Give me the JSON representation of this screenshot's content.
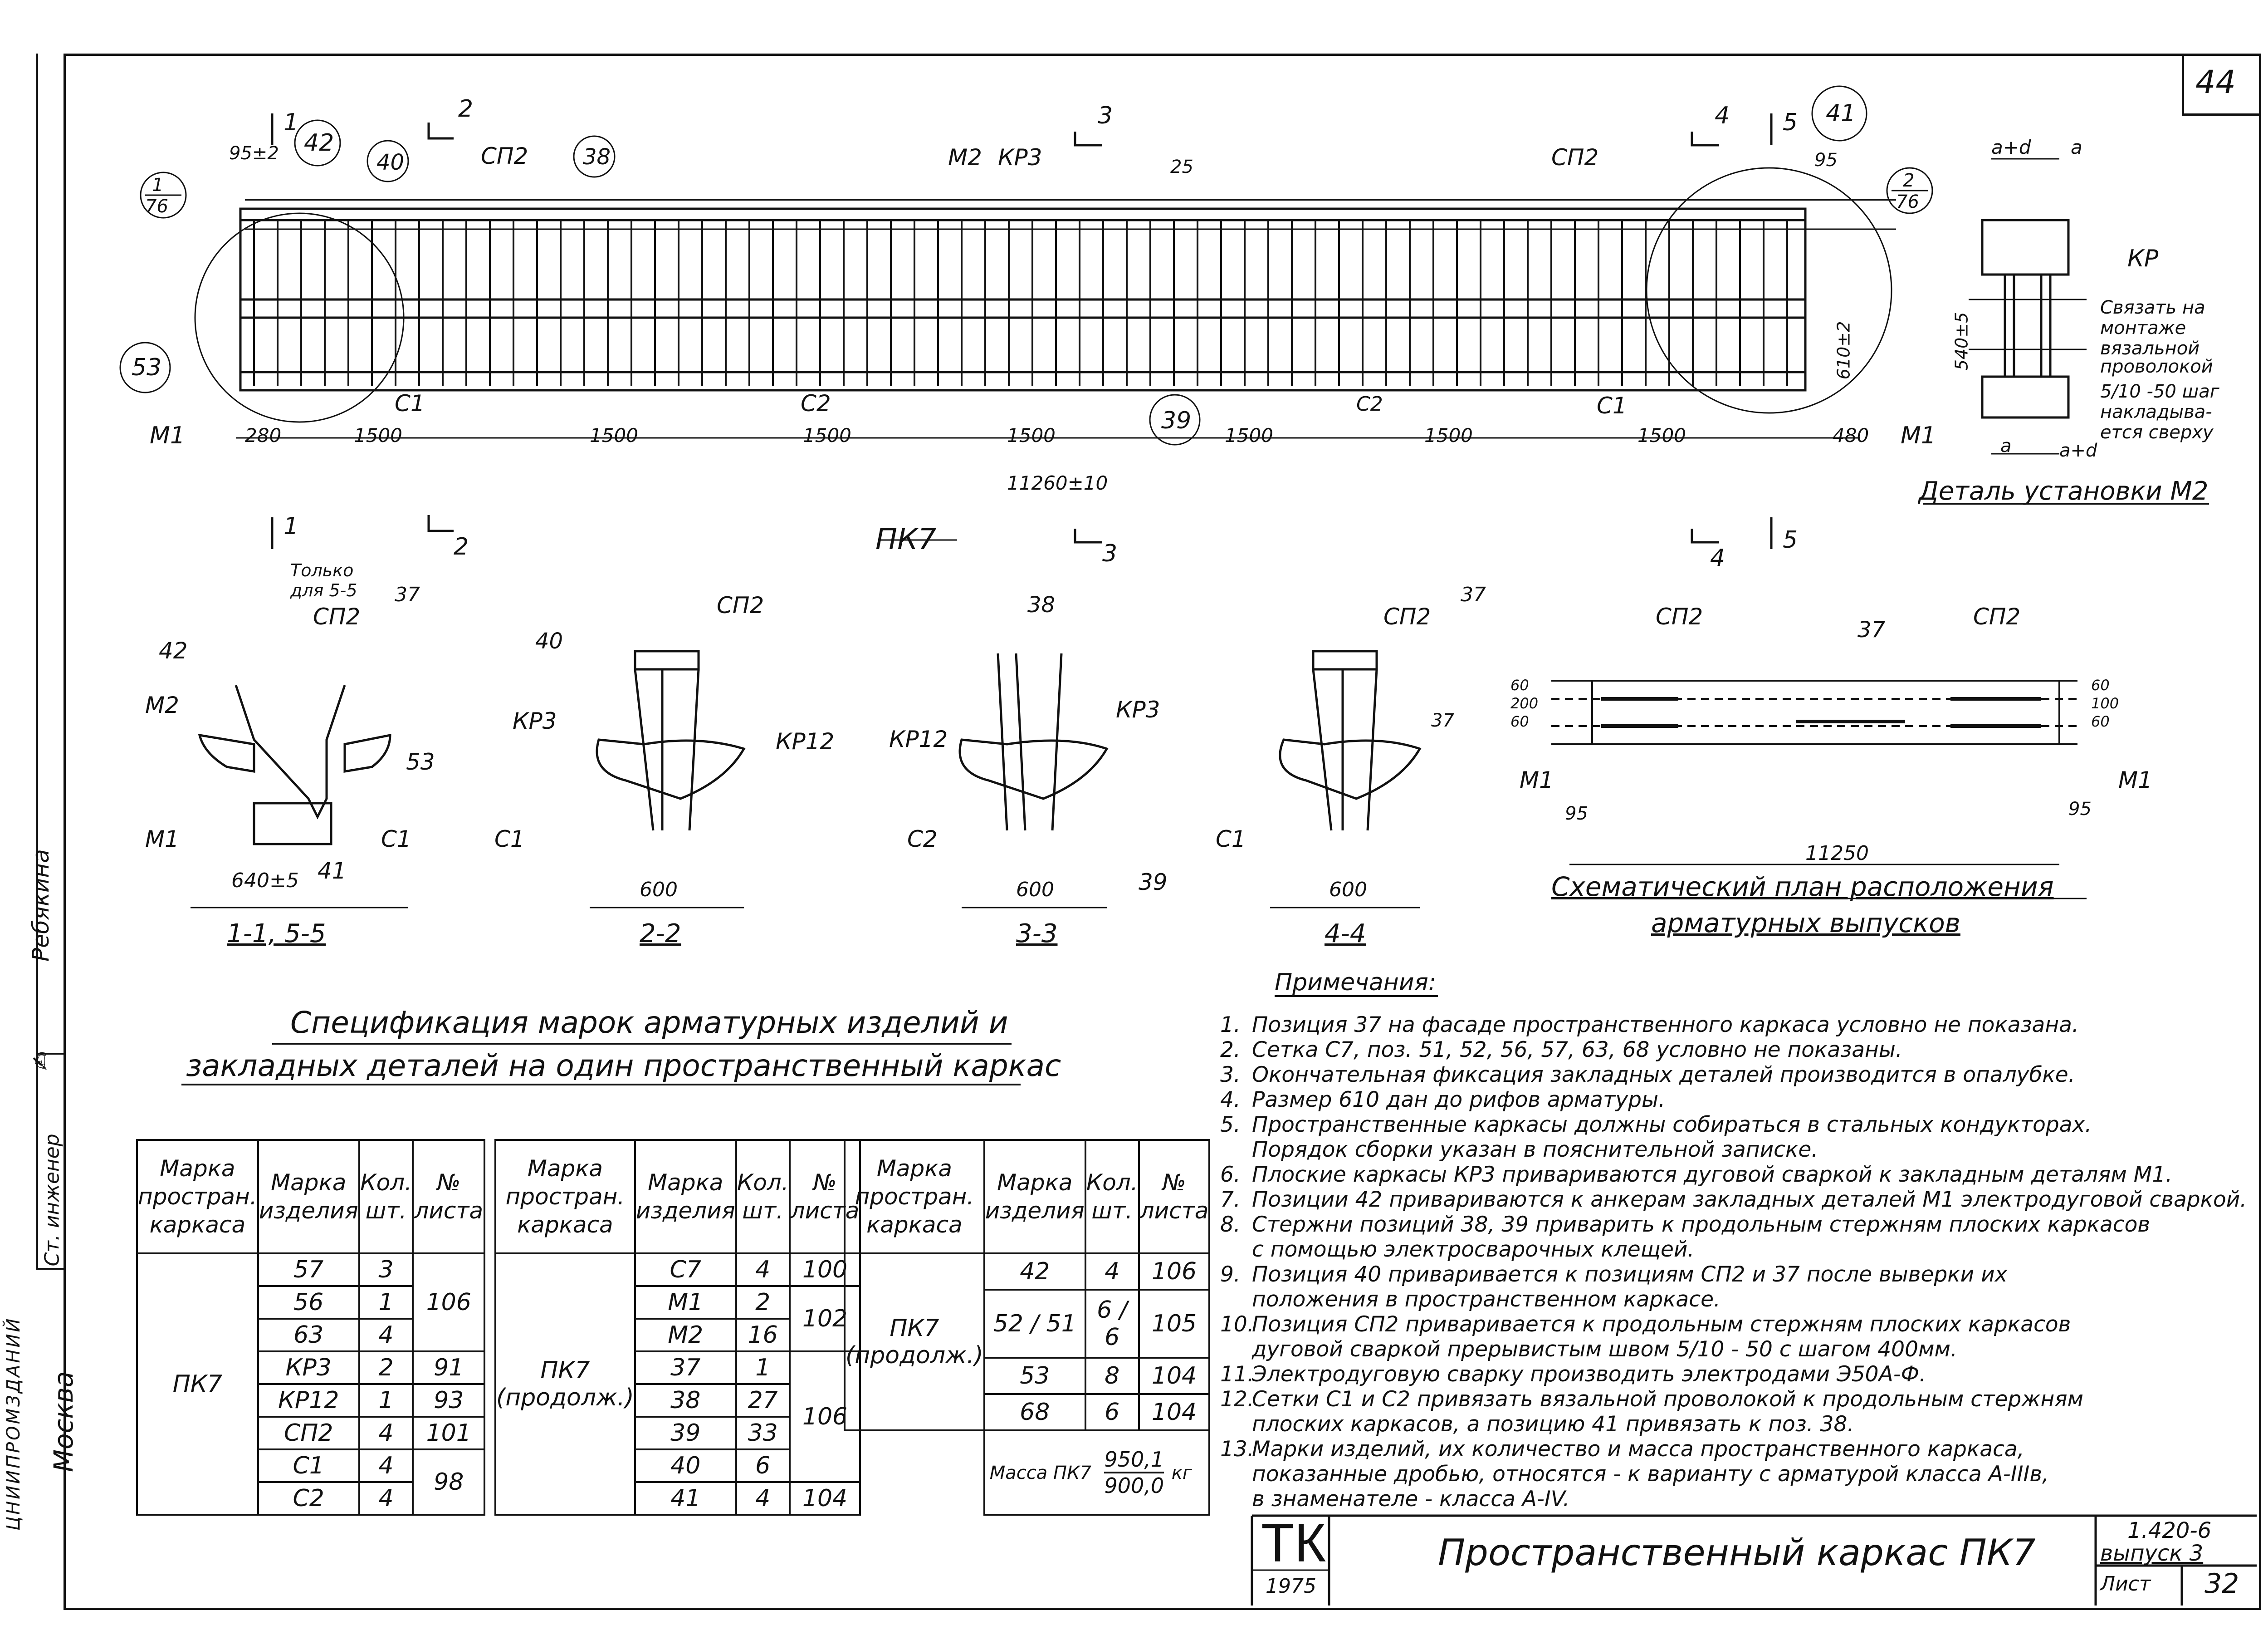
{
  "sheet": {
    "page_number": "44",
    "title_stamp": "ТК",
    "year": "1975",
    "title": "Пространственный каркас ПК7",
    "series": "1.420-6",
    "issue": "выпуск 3",
    "sheet_label": "Лист",
    "sheet_no": "32"
  },
  "left_strip": {
    "role": "Ст. инженер",
    "name": "Ребякина",
    "org": "Москва",
    "org_abbr": "ЦНИИПРОМЗДАНИЙ"
  },
  "elevation": {
    "label": "ПК7",
    "dims": [
      "280",
      "1500",
      "1500",
      "1500",
      "1500",
      "1500",
      "1500",
      "1500",
      "480"
    ],
    "total": "11260±10",
    "height": "610±2",
    "top_left": "95±2",
    "callouts": [
      "1",
      "2",
      "3",
      "4",
      "5",
      "42",
      "40",
      "38",
      "41",
      "53",
      "39"
    ],
    "labels": [
      "СП2",
      "М2",
      "КР3",
      "СП2",
      "25",
      "95",
      "С1",
      "С2",
      "С2",
      "С1",
      "М1",
      "М1"
    ],
    "ref1": {
      "num": "1",
      "den": "76"
    },
    "ref2": {
      "num": "2",
      "den": "76"
    }
  },
  "detail_m2": {
    "caption": "Деталь установки М2",
    "kr": "КР",
    "text": [
      "Связать на",
      "монтаже",
      "вязальной",
      "проволокой"
    ],
    "weld": [
      "5/10 -50 шаг",
      "накладыва-",
      "ется сверху"
    ],
    "dims": [
      "а+d",
      "а",
      "540±5",
      "а",
      "а+d"
    ]
  },
  "sections": [
    {
      "caption": "1-1, 5-5",
      "width": "640±5",
      "note": "Только для 5-5",
      "labels": [
        "СП2",
        "37",
        "42",
        "М2",
        "53",
        "М1",
        "С1",
        "41"
      ]
    },
    {
      "caption": "2-2",
      "width": "600",
      "labels": [
        "СП2",
        "40",
        "КР3",
        "КР12",
        "С1"
      ]
    },
    {
      "caption": "3-3",
      "width": "600",
      "labels": [
        "38",
        "КР12",
        "КР3",
        "С2",
        "39"
      ]
    },
    {
      "caption": "4-4",
      "width": "600",
      "labels": [
        "СП2",
        "37",
        "37",
        "С1"
      ]
    }
  ],
  "plan": {
    "caption": [
      "Схематический план расположения",
      "арматурных выпусков"
    ],
    "labels": [
      "СП2",
      "37",
      "СП2",
      "М1",
      "М1",
      "95",
      "95",
      "11250"
    ],
    "dims_left": [
      "60",
      "200",
      "60"
    ],
    "dims_right": [
      "60",
      "100",
      "60"
    ]
  },
  "spec": {
    "title": [
      "Спецификация марок арматурных изделий и",
      "закладных деталей на один пространственный каркас"
    ],
    "headers": [
      "Марка простран. каркаса",
      "Марка изделия",
      "Кол. шт.",
      "№ листа"
    ],
    "t1": {
      "frame": "ПК7",
      "rows": [
        {
          "item": "57",
          "qty": "3",
          "sheet": ""
        },
        {
          "item": "56",
          "qty": "1",
          "sheet": "106"
        },
        {
          "item": "63",
          "qty": "4",
          "sheet": ""
        },
        {
          "item": "КР3",
          "qty": "2",
          "sheet": "91"
        },
        {
          "item": "КР12",
          "qty": "1",
          "sheet": "93"
        },
        {
          "item": "СП2",
          "qty": "4",
          "sheet": "101"
        },
        {
          "item": "С1",
          "qty": "4",
          "sheet": ""
        },
        {
          "item": "С2",
          "qty": "4",
          "sheet": "98"
        }
      ]
    },
    "t2": {
      "frame": "ПК7 (продолж.)",
      "rows": [
        {
          "item": "С7",
          "qty": "4",
          "sheet": "100"
        },
        {
          "item": "М1",
          "qty": "2",
          "sheet": ""
        },
        {
          "item": "М2",
          "qty": "16",
          "sheet": "102"
        },
        {
          "item": "37",
          "qty": "1",
          "sheet": ""
        },
        {
          "item": "38",
          "qty": "27",
          "sheet": "106"
        },
        {
          "item": "39",
          "qty": "33",
          "sheet": ""
        },
        {
          "item": "40",
          "qty": "6",
          "sheet": ""
        },
        {
          "item": "41",
          "qty": "4",
          "sheet": "104"
        }
      ]
    },
    "t3": {
      "frame": "ПК7 (продолж.)",
      "rows": [
        {
          "item": "42",
          "qty": "4",
          "sheet": "106"
        },
        {
          "item": "52 / 51",
          "qty": "6 / 6",
          "sheet": "105"
        },
        {
          "item": "53",
          "qty": "8",
          "sheet": "104"
        },
        {
          "item": "68",
          "qty": "6",
          "sheet": "104"
        }
      ],
      "mass_label": "Масса ПК7",
      "mass_num": "950,1",
      "mass_den": "900,0",
      "mass_unit": "кг"
    }
  },
  "notes": {
    "title": "Примечания:",
    "items": [
      {
        "n": "1.",
        "text": "Позиция 37 на фасаде пространственного каркаса условно не показана."
      },
      {
        "n": "2.",
        "text": "Сетка С7, поз. 51, 52, 56, 57, 63, 68 условно не показаны."
      },
      {
        "n": "3.",
        "text": "Окончательная фиксация закладных деталей производится в опалубке."
      },
      {
        "n": "4.",
        "text": "Размер 610 дан до рифов арматуры."
      },
      {
        "n": "5.",
        "text": "Пространственные каркасы должны собираться в стальных кондукторах."
      },
      {
        "n": "",
        "text": "Порядок сборки указан в пояснительной записке."
      },
      {
        "n": "6.",
        "text": "Плоские каркасы КР3 привариваются дуговой сваркой к закладным деталям М1."
      },
      {
        "n": "7.",
        "text": "Позиции 42 привариваются к анкерам закладных деталей М1 электродуговой сваркой."
      },
      {
        "n": "8.",
        "text": "Стержни позиций 38, 39 приварить к продольным стержням плоских каркасов"
      },
      {
        "n": "",
        "text": "с помощью электросварочных клещей."
      },
      {
        "n": "9.",
        "text": "Позиция 40 приваривается к позициям СП2 и 37 после выверки их"
      },
      {
        "n": "",
        "text": "положения в пространственном каркасе."
      },
      {
        "n": "10.",
        "text": "Позиция СП2 приваривается к продольным стержням плоских каркасов"
      },
      {
        "n": "",
        "text": "дуговой сваркой прерывистым швом 5/10 - 50 с шагом 400мм."
      },
      {
        "n": "11.",
        "text": "Электродуговую сварку производить электродами Э50А-Ф."
      },
      {
        "n": "12.",
        "text": "Сетки С1 и С2 привязать вязальной проволокой к продольным стержням"
      },
      {
        "n": "",
        "text": "плоских каркасов, а позицию 41 привязать к поз. 38."
      },
      {
        "n": "13.",
        "text": "Марки изделий, их количество и масса пространственного каркаса,"
      },
      {
        "n": "",
        "text": "показанные дробью, относятся - к варианту с арматурой класса А-IIIв,"
      },
      {
        "n": "",
        "text": "в знаменателе - класса А-IV."
      }
    ]
  }
}
